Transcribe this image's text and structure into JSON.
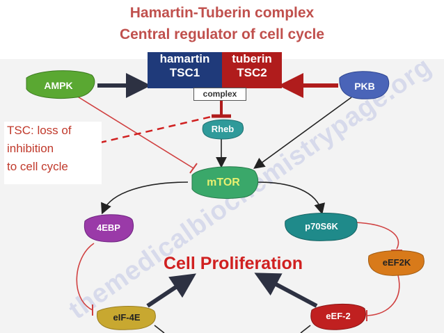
{
  "titles": {
    "line1": "Hamartin-Tuberin complex",
    "line2": "Central regulator of cell cycle"
  },
  "complex": {
    "tsc1_top": "hamartin",
    "tsc1_bottom": "TSC1",
    "tsc2_top": "tuberin",
    "tsc2_bottom": "TSC2",
    "label": "complex"
  },
  "nodes": {
    "ampk": "AMPK",
    "pkb": "PKB",
    "rheb": "Rheb",
    "mtor": "mTOR",
    "ebp4": "4EBP",
    "p70s6k": "p70S6K",
    "eef2k": "eEF2K",
    "eif4e": "eIF-4E",
    "eef2": "eEF-2"
  },
  "note": {
    "line1": "TSC: loss of",
    "line2": "inhibition",
    "line3": "to cell cycle"
  },
  "outcome": "Cell Proliferation",
  "watermark": "themedicalbiochemistrypage.org",
  "colors": {
    "title": "#c0504d",
    "tsc1": "#1f3a7a",
    "tsc2": "#b01c1c",
    "inhibit_line": "#d04040",
    "ampk": "#5aa832",
    "pkb": "#4a64b8",
    "rheb": "#2f9a9a",
    "mtor": "#3aa86a",
    "ebp4": "#9a3aa8",
    "p70s6k": "#1f8a8a",
    "eef2k": "#d87a1a",
    "eif4e": "#c8a830",
    "eef2": "#c02020"
  }
}
